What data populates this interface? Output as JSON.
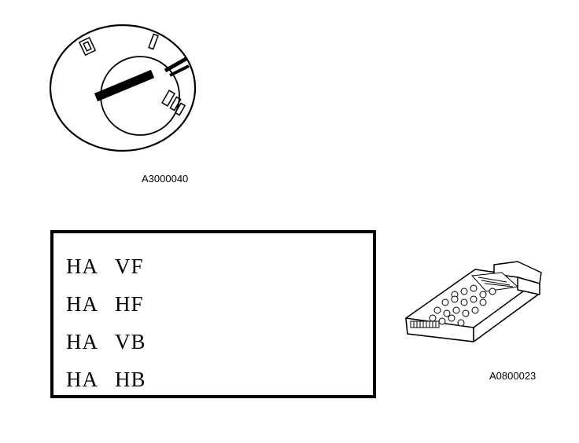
{
  "figures": {
    "ignition_switch": {
      "icon": "ignition-switch-icon",
      "caption": "A3000040"
    },
    "tester": {
      "icon": "handheld-tester-icon",
      "caption": "A0800023"
    }
  },
  "codes": [
    {
      "a": "HA",
      "b": "VF"
    },
    {
      "a": "HA",
      "b": "HF"
    },
    {
      "a": "HA",
      "b": "VB"
    },
    {
      "a": "HA",
      "b": "HB"
    }
  ]
}
